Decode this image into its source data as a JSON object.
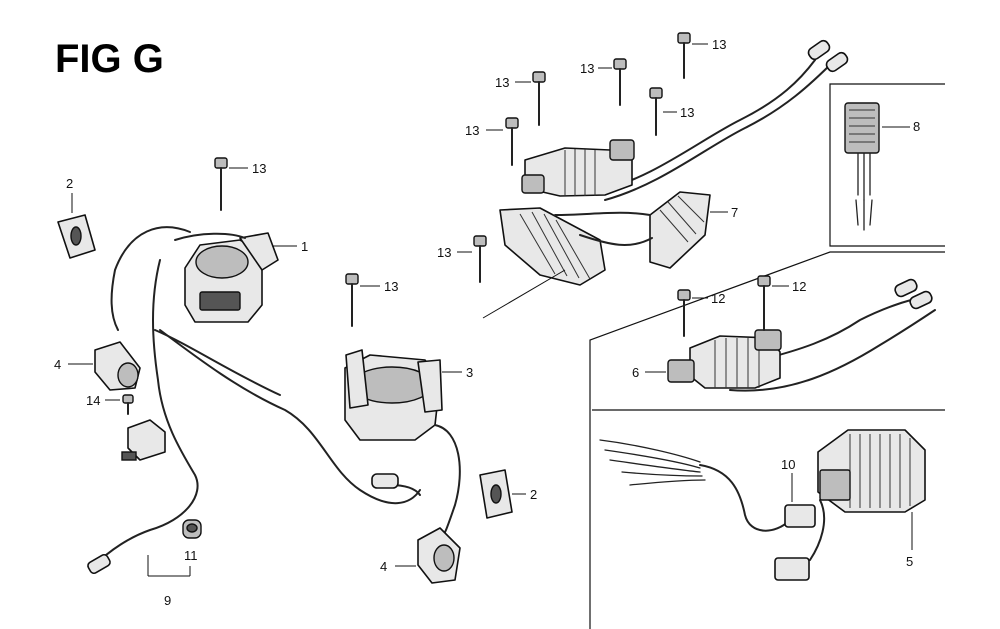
{
  "figure": {
    "title": "FIG G"
  },
  "labels": {
    "p1": "1",
    "p2a": "2",
    "p2b": "2",
    "p3": "3",
    "p4a": "4",
    "p4b": "4",
    "p5": "5",
    "p6": "6",
    "p7": "7",
    "p8": "8",
    "p9": "9",
    "p10": "10",
    "p11": "11",
    "p12a": "12",
    "p12b": "12",
    "p13a": "13",
    "p13b": "13",
    "p13c": "13",
    "p13d": "13",
    "p13e": "13",
    "p13f": "13",
    "p13g": "13",
    "p13h": "13",
    "p14": "14"
  }
}
